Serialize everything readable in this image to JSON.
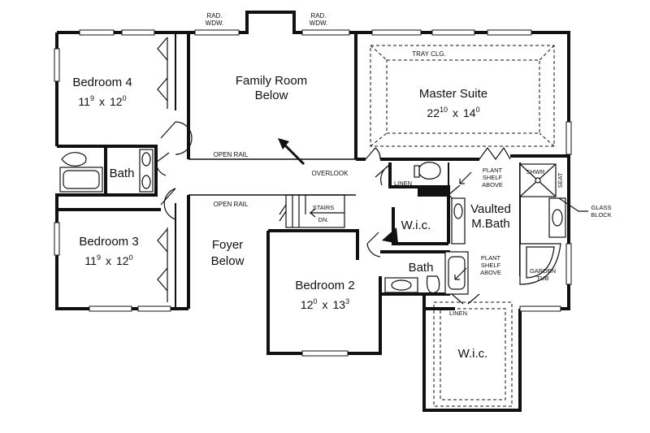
{
  "rooms": {
    "bedroom4": {
      "name": "Bedroom 4",
      "w": "11",
      "w_in": "9",
      "d": "12",
      "d_in": "0"
    },
    "bedroom3": {
      "name": "Bedroom 3",
      "w": "11",
      "w_in": "9",
      "d": "12",
      "d_in": "0"
    },
    "bedroom2": {
      "name": "Bedroom 2",
      "w": "12",
      "w_in": "0",
      "d": "13",
      "d_in": "3"
    },
    "master": {
      "name": "Master Suite",
      "w": "22",
      "w_in": "10",
      "d": "14",
      "d_in": "0"
    },
    "family_room": {
      "line1": "Family Room",
      "line2": "Below"
    },
    "foyer": {
      "line1": "Foyer",
      "line2": "Below"
    },
    "bath_hall": "Bath",
    "bath_b2": "Bath",
    "wic_small": "W.i.c.",
    "wic_large": "W.i.c.",
    "mbath": {
      "line1": "Vaulted",
      "line2": "M.Bath"
    }
  },
  "dimension_separator": "x",
  "notes": {
    "rad_wdw_left": {
      "line1": "RAD.",
      "line2": "WDW."
    },
    "rad_wdw_right": {
      "line1": "RAD.",
      "line2": "WDW."
    },
    "tray_clg": "TRAY CLG.",
    "open_rail_top": "OPEN RAIL",
    "open_rail_bottom": "OPEN RAIL",
    "overlook": "OVERLOOK",
    "linen_top": "LINEN",
    "linen_bottom": "LINEN",
    "stairs": "STAIRS",
    "stairs_dn": "DN.",
    "plant_shelf_top": {
      "line1": "PLANT",
      "line2": "SHELF",
      "line3": "ABOVE"
    },
    "plant_shelf_bottom": {
      "line1": "PLANT",
      "line2": "SHELF",
      "line3": "ABOVE"
    },
    "shwr": "SHWR.",
    "seat": "SEAT",
    "glass_block": {
      "line1": "GLASS",
      "line2": "BLOCK"
    },
    "garden_tub": {
      "line1": "GARDEN",
      "line2": "TUB"
    }
  },
  "colors": {
    "ink": "#111111",
    "paper": "#ffffff"
  }
}
